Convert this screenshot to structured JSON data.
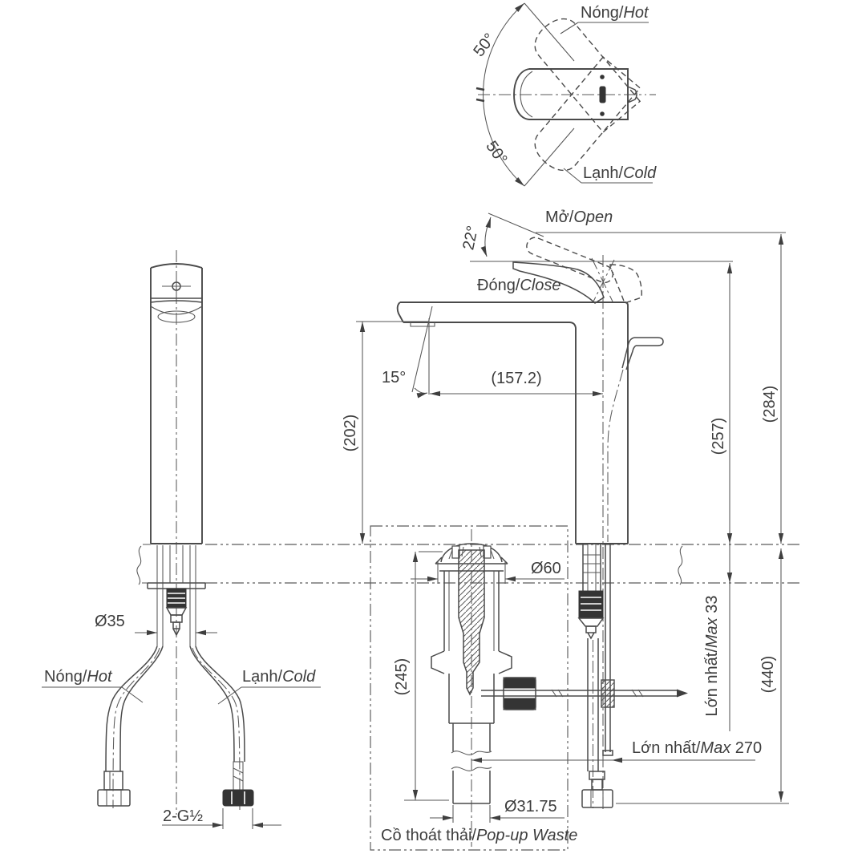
{
  "top_view": {
    "hot_label": {
      "vi": "Nóng/",
      "en": "Hot"
    },
    "cold_label": {
      "vi": "Lạnh/",
      "en": "Cold"
    },
    "swing_upper": "50°",
    "swing_lower": "50°"
  },
  "side_view": {
    "open_label": {
      "vi": "Mở/",
      "en": "Open"
    },
    "close_label": {
      "vi": "Đóng/",
      "en": "Close"
    },
    "open_angle": "22°",
    "spout_angle": "15°",
    "spout_reach": "(157.2)",
    "spout_height": "(202)",
    "handle_height": "(257)",
    "total_height": "(284)"
  },
  "front_view": {
    "hot_label": {
      "vi": "Nóng/",
      "en": "Hot"
    },
    "cold_label": {
      "vi": "Lạnh/",
      "en": "Cold"
    },
    "shank_diameter": "Ø35",
    "hose_thread": "2-G½"
  },
  "popup_waste": {
    "label": {
      "vi": "Cồ thoát thải/",
      "en": "Pop-up Waste"
    },
    "flange_diameter": "Ø60",
    "body_length": "(245)",
    "tail_diameter": "Ø31.75"
  },
  "installation": {
    "counter_max": {
      "vi": "Lớn nhất/",
      "en": "Max",
      "value": " 33"
    },
    "rod_max": {
      "vi": "Lớn nhất/",
      "en": "Max",
      "value": " 270"
    },
    "below_deck_depth": "(440)"
  },
  "colors": {
    "line": "#4a4a4a",
    "text": "#3d3d3d",
    "dark_fill": "#343434",
    "background": "#ffffff"
  }
}
